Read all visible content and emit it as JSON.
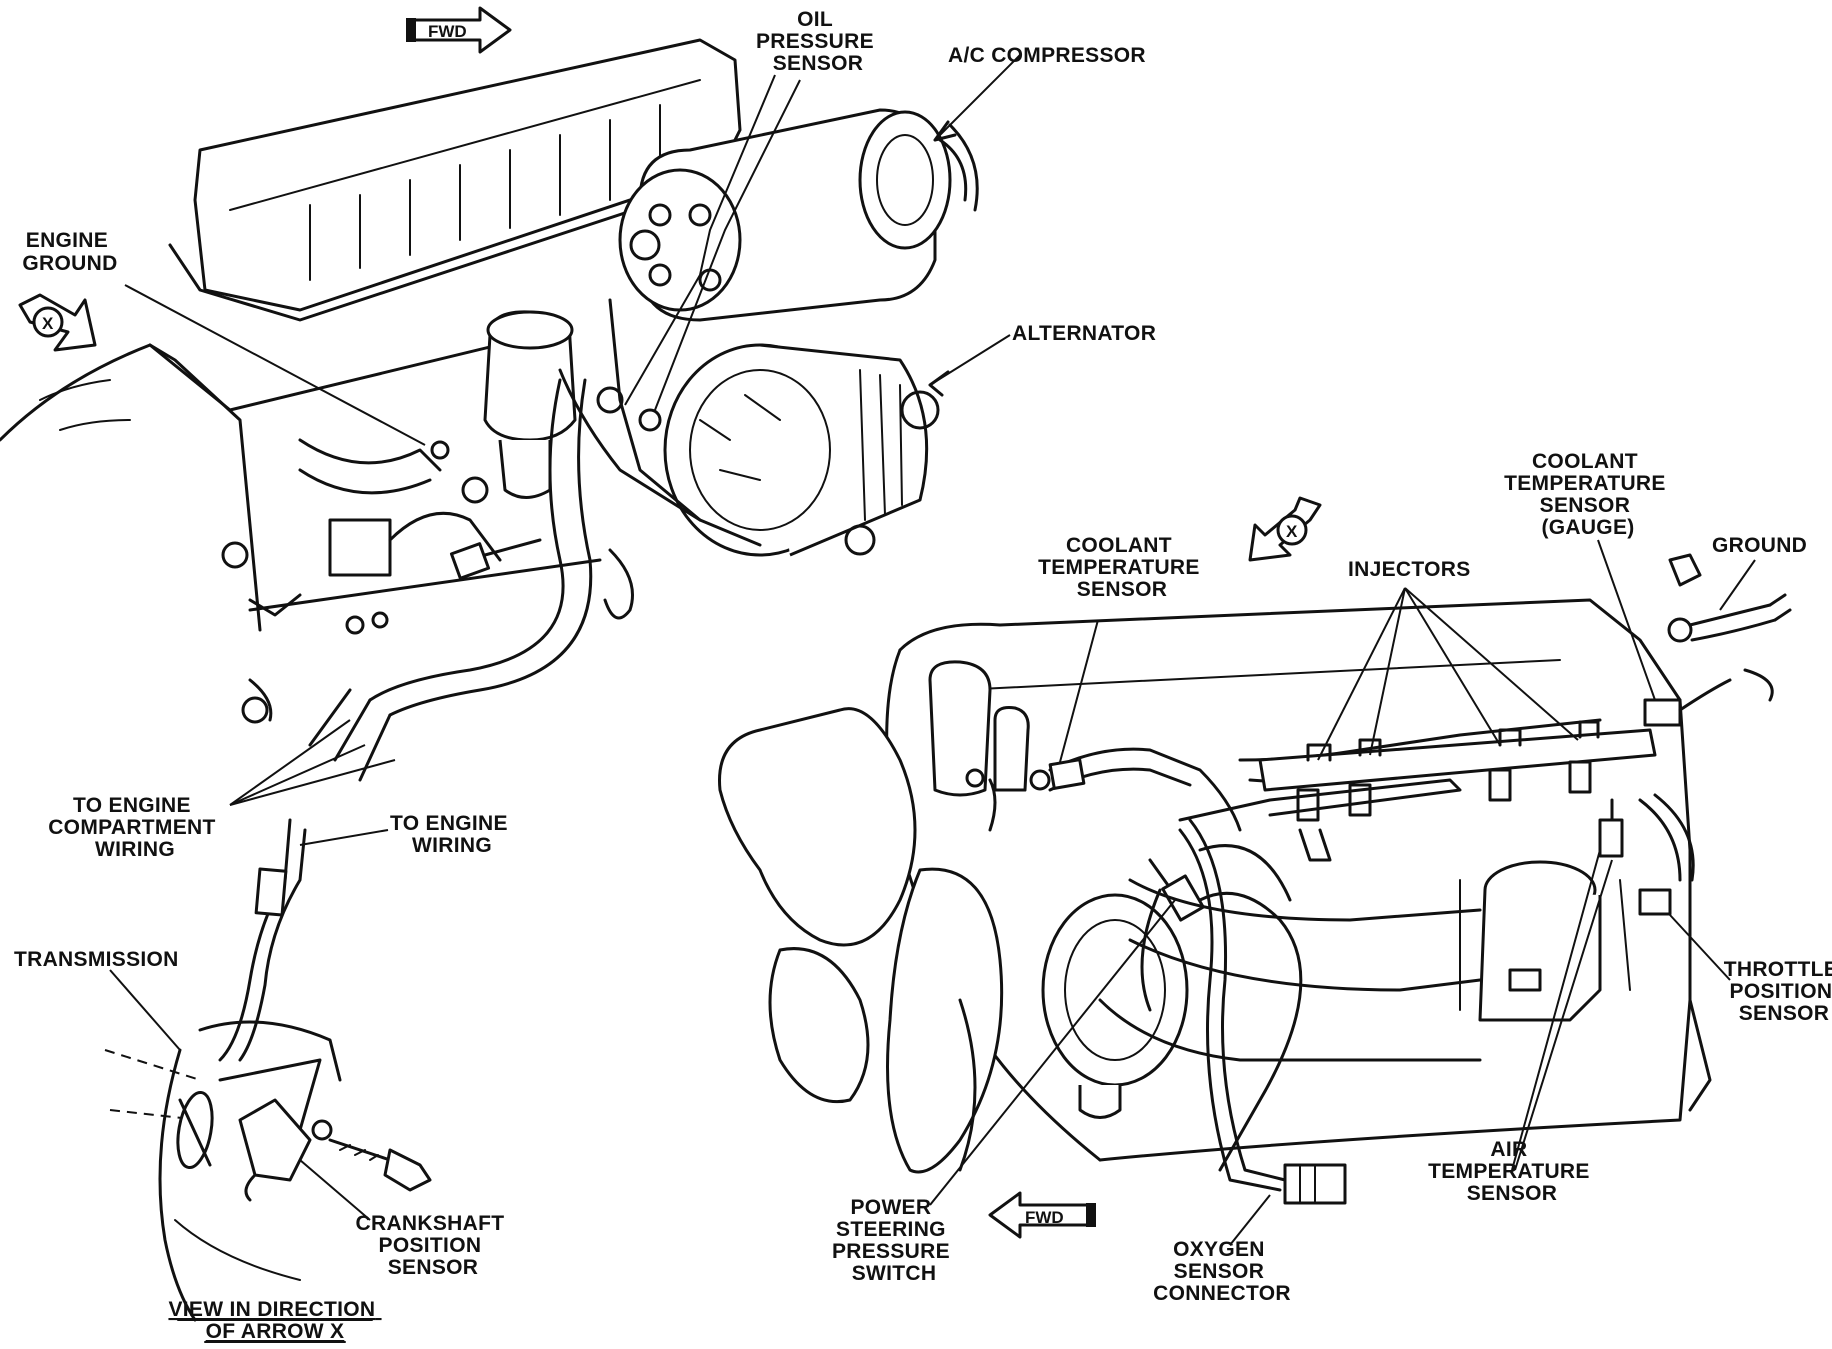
{
  "labels": {
    "fwd_top": "FWD",
    "fwd_bottom": "FWD",
    "arrow_x_left": "X",
    "arrow_x_right": "X",
    "oil_pressure_sensor": [
      "OIL",
      "PRESSURE",
      "SENSOR"
    ],
    "ac_compressor": "A/C COMPRESSOR",
    "engine_ground": [
      "ENGINE",
      "GROUND"
    ],
    "alternator": "ALTERNATOR",
    "coolant_temperature_sensor_gauge": [
      "COOLANT",
      "TEMPERATURE",
      "SENSOR",
      "(GAUGE)"
    ],
    "ground": "GROUND",
    "coolant_temperature_sensor": [
      "COOLANT",
      "TEMPERATURE",
      "SENSOR"
    ],
    "injectors": "INJECTORS",
    "to_engine_compartment_wiring": [
      "TO ENGINE",
      "COMPARTMENT",
      "WIRING"
    ],
    "to_engine_wiring": [
      "TO ENGINE",
      "WIRING"
    ],
    "transmission": "TRANSMISSION",
    "throttle_position_sensor": [
      "THROTTLE",
      "POSITION",
      "SENSOR"
    ],
    "air_temperature_sensor": [
      "AIR",
      "TEMPERATURE",
      "SENSOR"
    ],
    "crankshaft_position_sensor": [
      "CRANKSHAFT",
      "POSITION",
      "SENSOR"
    ],
    "power_steering_pressure_switch": [
      "POWER",
      "STEERING",
      "PRESSURE",
      "SWITCH"
    ],
    "oxygen_sensor_connector": [
      "OXYGEN",
      "SENSOR",
      "CONNECTOR"
    ],
    "view_caption": [
      "VIEW IN DIRECTION",
      "OF ARROW X"
    ]
  }
}
